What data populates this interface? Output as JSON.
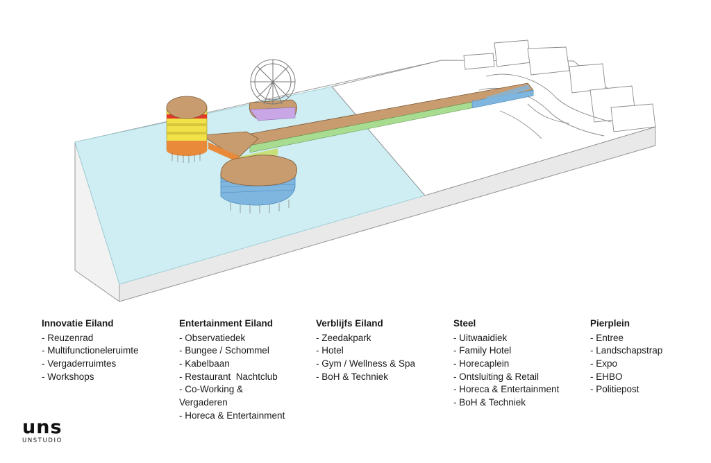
{
  "legend": [
    {
      "heading": "Innovatie Eiland",
      "items": [
        "Reuzenrad",
        "Multifunctioneleruimte",
        "Vergaderruimtes",
        "Workshops"
      ]
    },
    {
      "heading": "Entertainment Eiland",
      "items": [
        "Observatiedek",
        "Bungee / Schommel",
        "Kabelbaan",
        "Restaurant  Nachtclub",
        "Co-Working & Vergaderen",
        "Horeca & Entertainment"
      ]
    },
    {
      "heading": "Verblijfs Eiland",
      "items": [
        "Zeedakpark",
        "Hotel",
        "Gym / Wellness & Spa",
        "BoH & Techniek"
      ]
    },
    {
      "heading": "Steel",
      "items": [
        "Uitwaaidiek",
        "Family Hotel",
        "Horecaplein",
        "Ontsluiting & Retail",
        "Horeca & Entertainment",
        "BoH & Techniek"
      ]
    },
    {
      "heading": "Pierplein",
      "items": [
        "Entree",
        "Landschapstrap",
        "Expo",
        "EHBO",
        "Politiepost"
      ]
    }
  ],
  "logo": {
    "mark": "UNS",
    "name": "UNSTUDIO"
  },
  "colors": {
    "sea": "#cfeef3",
    "deck": "#c89c6e",
    "glass_blue": "#7fb6e0",
    "glass_green": "#a8dc90",
    "tower_yellow": "#f1e24a",
    "tower_red": "#e0392b",
    "tower_orange": "#e98a3a",
    "purple": "#c9a6e6"
  }
}
